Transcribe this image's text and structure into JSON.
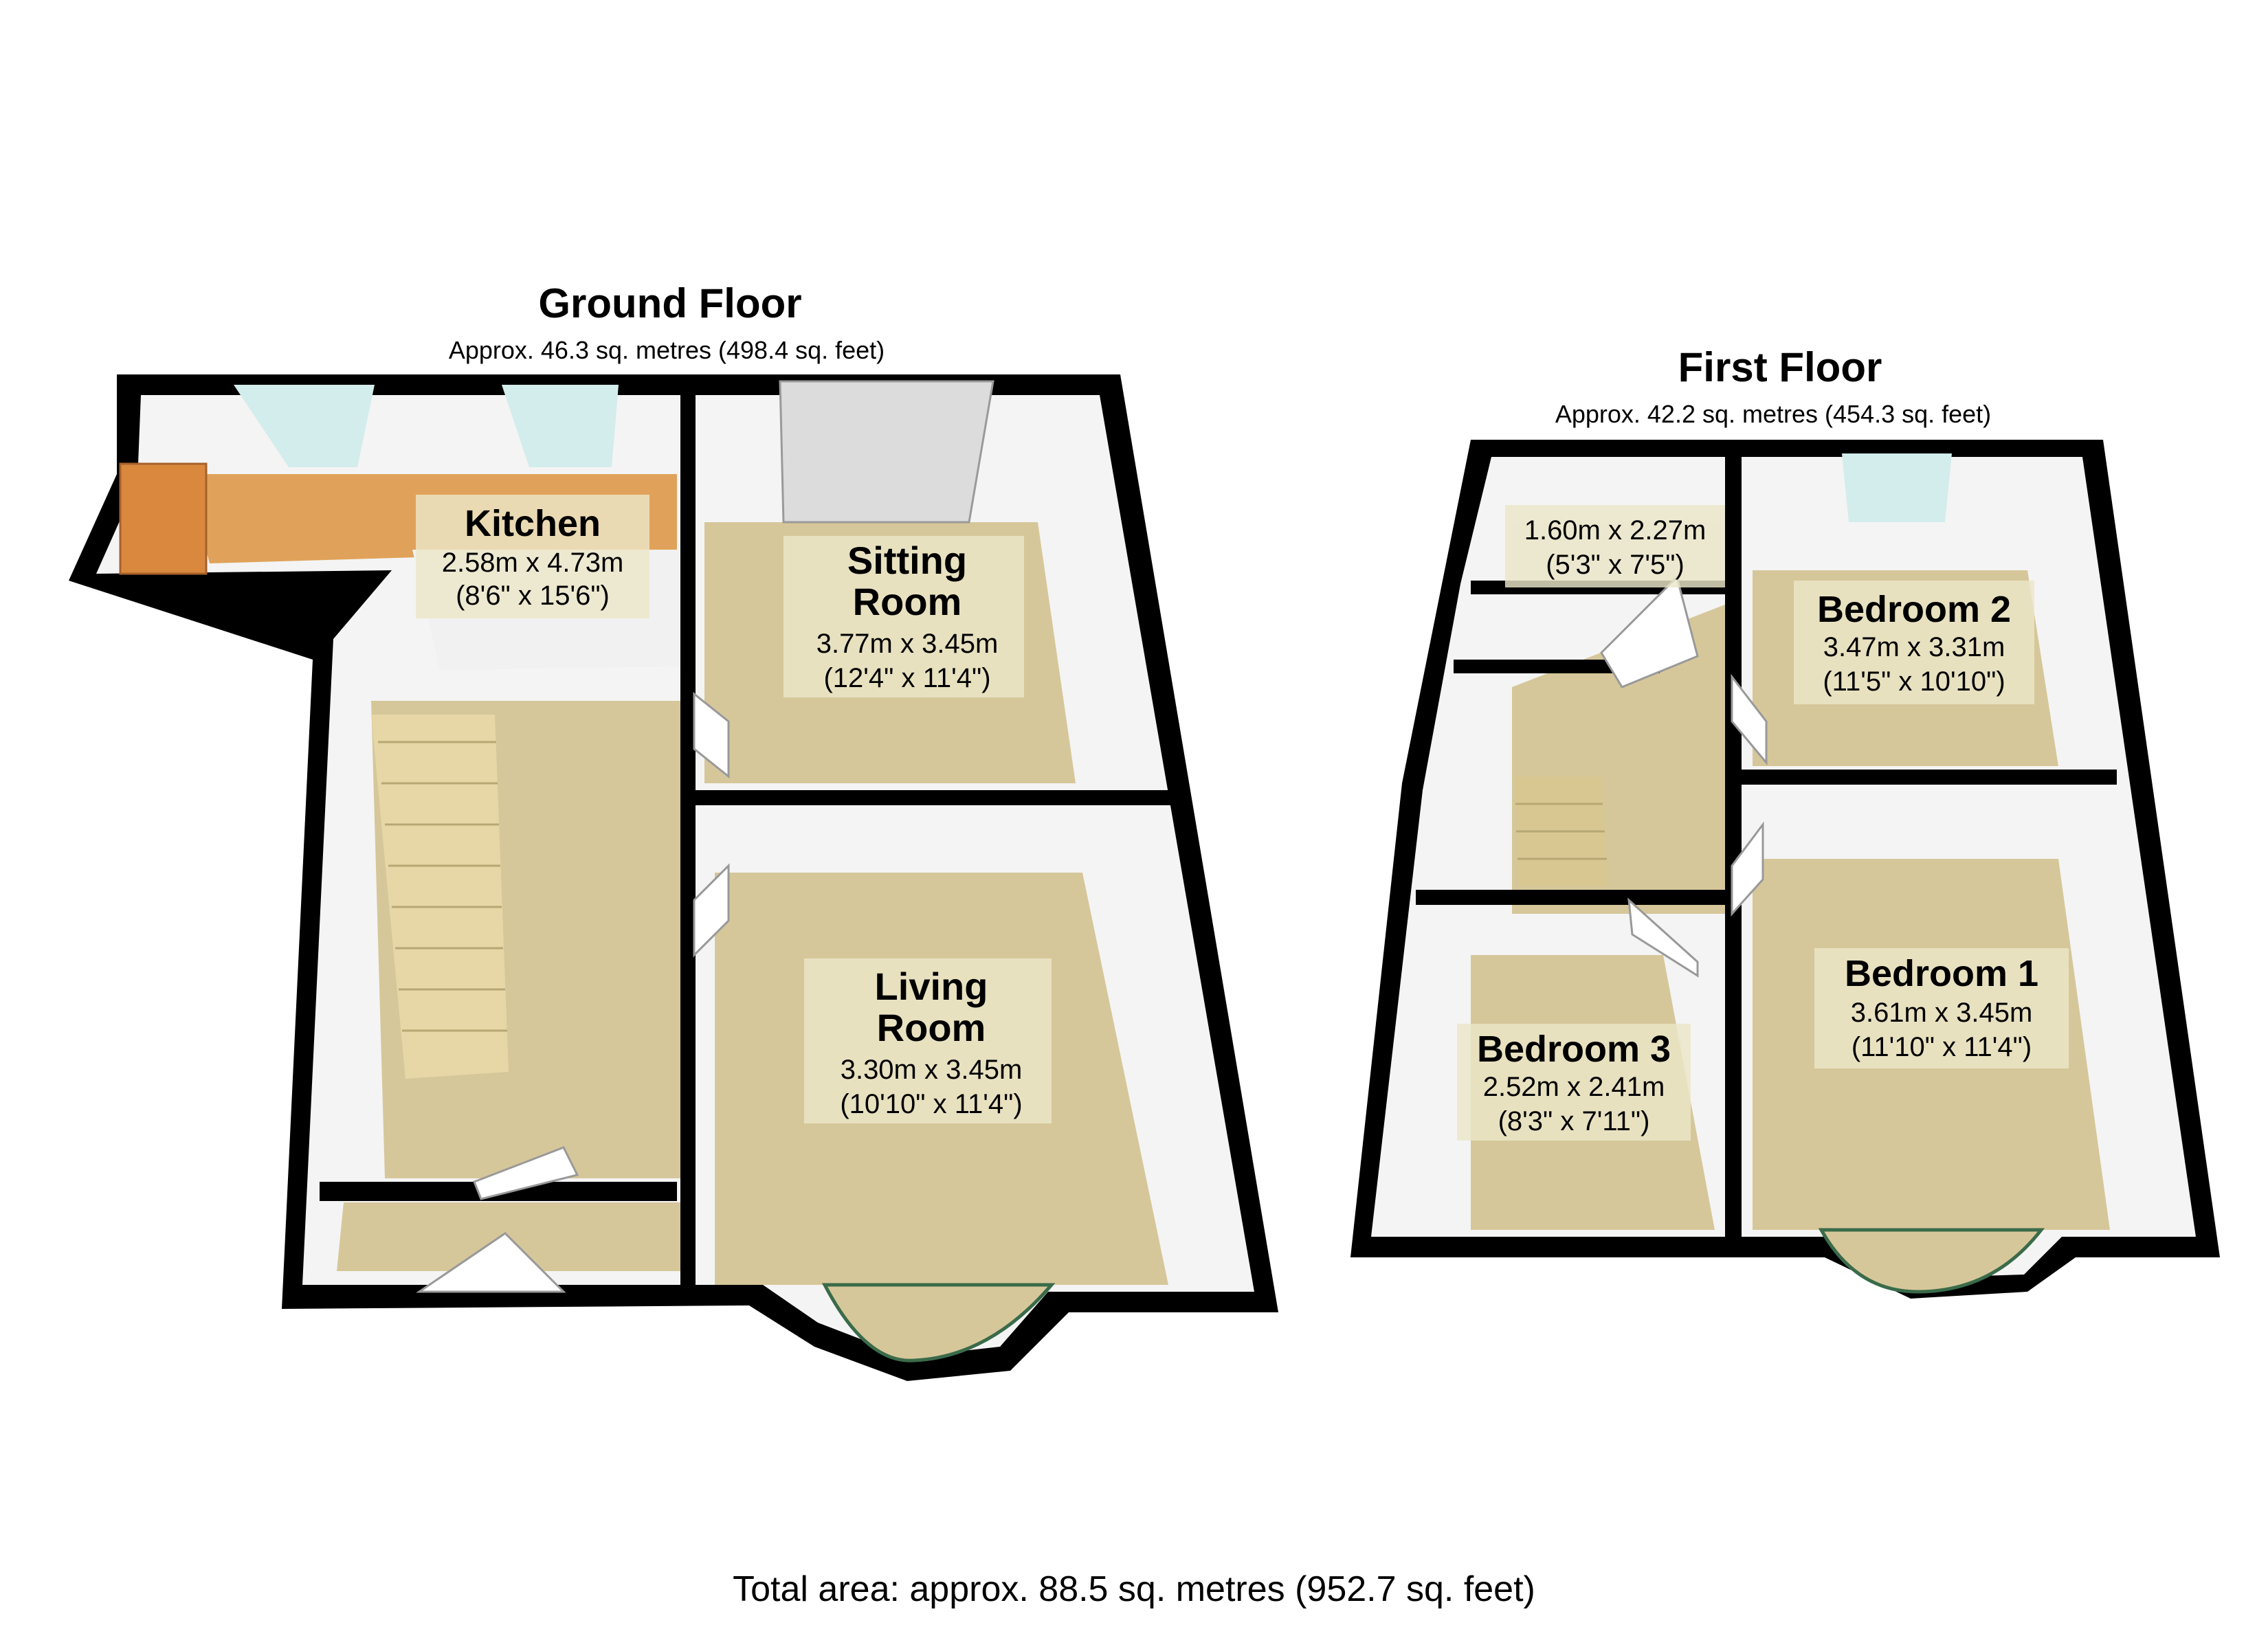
{
  "ground_floor": {
    "title": "Ground Floor",
    "area": "Approx. 46.3 sq. metres (498.4 sq. feet)",
    "rooms": {
      "kitchen": {
        "name": "Kitchen",
        "metric": "2.58m x 4.73m",
        "imperial": "(8'6\" x 15'6\")"
      },
      "sitting": {
        "name_line1": "Sitting",
        "name_line2": "Room",
        "metric": "3.77m x 3.45m",
        "imperial": "(12'4\" x 11'4\")"
      },
      "living": {
        "name_line1": "Living",
        "name_line2": "Room",
        "metric": "3.30m x 3.45m",
        "imperial": "(10'10\" x 11'4\")"
      }
    }
  },
  "first_floor": {
    "title": "First Floor",
    "area": "Approx. 42.2 sq. metres (454.3 sq. feet)",
    "rooms": {
      "bathroom": {
        "metric": "1.60m x 2.27m",
        "imperial": "(5'3\" x 7'5\")"
      },
      "bedroom2": {
        "name": "Bedroom 2",
        "metric": "3.47m x 3.31m",
        "imperial": "(11'5\" x 10'10\")"
      },
      "bedroom1": {
        "name": "Bedroom 1",
        "metric": "3.61m x 3.45m",
        "imperial": "(11'10\" x 11'4\")"
      },
      "bedroom3": {
        "name": "Bedroom 3",
        "metric": "2.52m x 2.41m",
        "imperial": "(8'3\" x 7'11\")"
      }
    }
  },
  "total_area": "Total area: approx. 88.5 sq. metres (952.7 sq. feet)",
  "colors": {
    "wall": "#000000",
    "carpet": "#d6c79a",
    "inner_wall": "#f4f4f4",
    "worktop": "#e0a25a",
    "window": "#d3ecec",
    "tile_floor": "#f1f1f1"
  }
}
